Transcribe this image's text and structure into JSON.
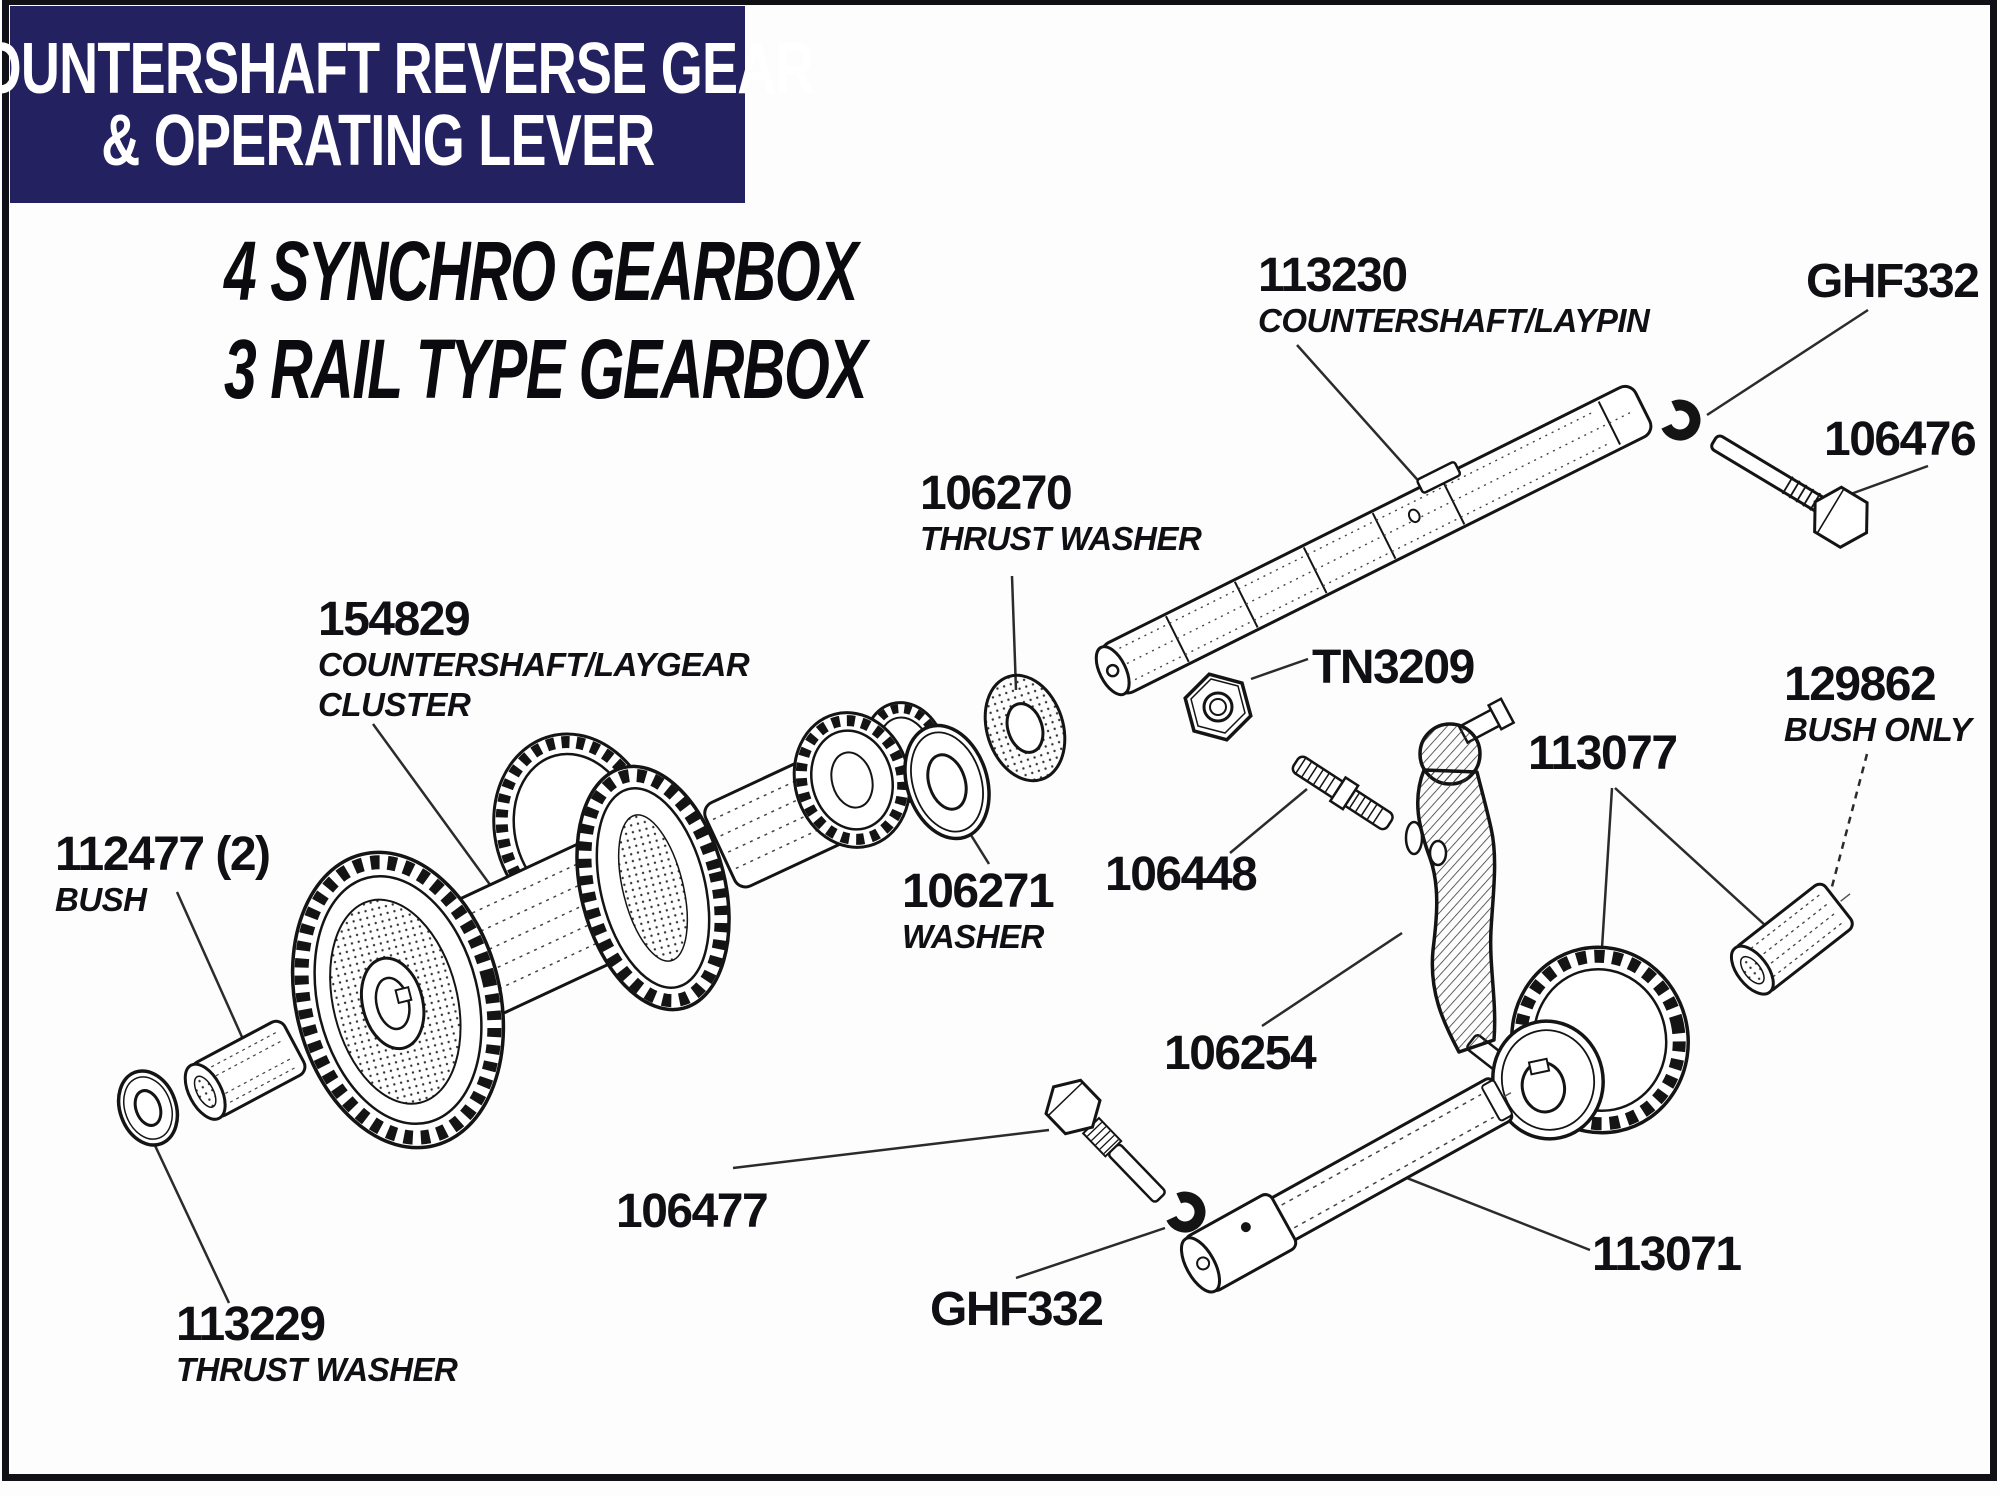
{
  "header": {
    "title_line1": "COUNTERSHAFT REVERSE GEAR",
    "title_line2": "& OPERATING LEVER",
    "subtitle_line1": "4 SYNCHRO GEARBOX",
    "subtitle_line2": "3 RAIL TYPE GEARBOX",
    "banner_color": "#242160",
    "line_art_color": "#141414"
  },
  "labels": {
    "countershaft_laypin": {
      "number": "113230",
      "desc": "COUNTERSHAFT/LAYPIN"
    },
    "ghf332_top": {
      "number": "GHF332"
    },
    "bolt_106476": {
      "number": "106476"
    },
    "thrust_washer_106270": {
      "number": "106270",
      "desc": "THRUST WASHER"
    },
    "laygear_cluster": {
      "number": "154829",
      "desc": "COUNTERSHAFT/LAYGEAR",
      "desc2": "CLUSTER"
    },
    "bush_112477": {
      "number": "112477 (2)",
      "desc": "BUSH"
    },
    "washer_106271": {
      "number": "106271",
      "desc": "WASHER"
    },
    "stud_106448": {
      "number": "106448"
    },
    "nut_tn3209": {
      "number": "TN3209"
    },
    "reverse_gear_113077": {
      "number": "113077"
    },
    "bush_129862": {
      "number": "129862",
      "desc": "BUSH ONLY"
    },
    "lever_106254": {
      "number": "106254"
    },
    "bolt_106477": {
      "number": "106477"
    },
    "ghf332_bottom": {
      "number": "GHF332"
    },
    "idler_shaft_113071": {
      "number": "113071"
    },
    "thrust_washer_113229": {
      "number": "113229",
      "desc": "THRUST WASHER"
    }
  }
}
